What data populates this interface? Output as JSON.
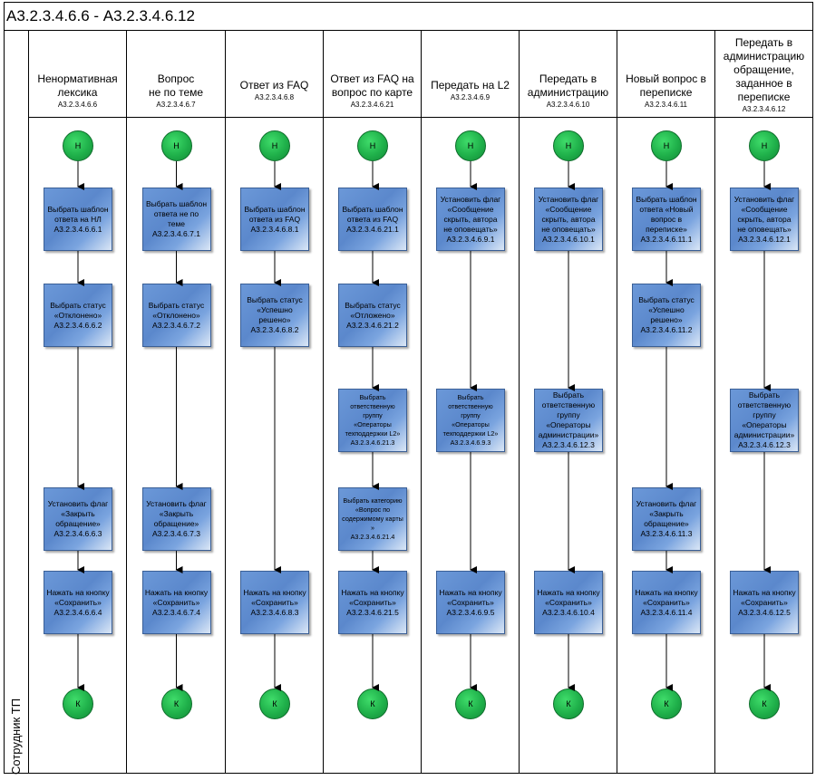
{
  "title": "А3.2.3.4.6.6 - А3.2.3.4.6.12",
  "lane_label": "Сотрудник ТП",
  "start_label": "Н",
  "end_label": "К",
  "colors": {
    "node_green": "#1fb04a",
    "task_blue": "#5b88cc",
    "line": "#000000"
  },
  "columns": [
    {
      "title": "Ненормативная\nлексика",
      "code": "А3.2.3.4.6.6",
      "tasks": [
        {
          "text": "Выбрать шаблон\nответа на НЛ\nА3.2.3.4.6.6.1",
          "row": 1
        },
        {
          "text": "Выбрать статус\n«Отклонено»\nА3.2.3.4.6.6.2",
          "row": 2
        },
        {
          "text": "Установить флаг\n«Закрыть\nобращение»\nА3.2.3.4.6.6.3",
          "row": 5
        },
        {
          "text": "Нажать на кнопку\n«Сохранить»\nА3.2.3.4.6.6.4",
          "row": 6
        }
      ]
    },
    {
      "title": "Вопрос\nне по теме",
      "code": "А3.2.3.4.6.7",
      "tasks": [
        {
          "text": "Выбрать шаблон\nответа не по\nтеме\nА3.2.3.4.6.7.1",
          "row": 1
        },
        {
          "text": "Выбрать статус\n«Отклонено»\nА3.2.3.4.6.7.2",
          "row": 2
        },
        {
          "text": "Установить флаг\n«Закрыть\nобращение»\nА3.2.3.4.6.7.3",
          "row": 5
        },
        {
          "text": "Нажать на кнопку\n«Сохранить»\nА3.2.3.4.6.7.4",
          "row": 6
        }
      ]
    },
    {
      "title": "Ответ из FAQ",
      "code": "А3.2.3.4.6.8",
      "tasks": [
        {
          "text": "Выбрать шаблон\nответа из FAQ\nА3.2.3.4.6.8.1",
          "row": 1
        },
        {
          "text": "Выбрать статус\n«Успешно\nрешено»\nА3.2.3.4.6.8.2",
          "row": 2
        },
        {
          "text": "Нажать на кнопку\n«Сохранить»\nА3.2.3.4.6.8.3",
          "row": 6
        }
      ]
    },
    {
      "title": "Ответ из FAQ на\nвопрос по карте",
      "code": "А3.2.3.4.6.21",
      "tasks": [
        {
          "text": "Выбрать шаблон\nответа из FAQ\nА3.2.3.4.6.21.1",
          "row": 1
        },
        {
          "text": "Выбрать статус\n«Отложено»\nА3.2.3.4.6.21.2",
          "row": 2
        },
        {
          "text": "Выбрать\nответственную группу\n«Операторы\nтехподдержки L2»\nА3.2.3.4.6.21.3",
          "row": 3,
          "small": true
        },
        {
          "text": "Выбрать категорию\n«Вопрос по\nсодержимому карты\n»\nА3.2.3.4.6.21.4",
          "row": 4,
          "small": true
        },
        {
          "text": "Нажать на кнопку\n«Сохранить»\nА3.2.3.4.6.21.5",
          "row": 6
        }
      ]
    },
    {
      "title": "Передать на L2",
      "code": "А3.2.3.4.6.9",
      "tasks": [
        {
          "text": "Установить флаг\n«Сообщение\nскрыть, автора\nне оповещать»\nА3.2.3.4.6.9.1",
          "row": 1
        },
        {
          "text": "Выбрать\nответственную группу\n«Операторы\nтехподдержки L2»\nА3.2.3.4.6.9.3",
          "row": 3,
          "small": true
        },
        {
          "text": "Нажать на кнопку\n«Сохранить»\nА3.2.3.4.6.9.5",
          "row": 6
        }
      ]
    },
    {
      "title": "Передать в\nадминистрацию",
      "code": "А3.2.3.4.6.10",
      "tasks": [
        {
          "text": "Установить флаг\n«Сообщение\nскрыть, автора\nне оповещать»\nА3.2.3.4.6.10.1",
          "row": 1
        },
        {
          "text": "Выбрать\nответственную\nгруппу\n«Операторы\nадминистрации»\nА3.2.3.4.6.12.3",
          "row": 3
        },
        {
          "text": "Нажать на кнопку\n«Сохранить»\nА3.2.3.4.6.10.4",
          "row": 6
        }
      ]
    },
    {
      "title": "Новый вопрос в\nпереписке",
      "code": "А3.2.3.4.6.11",
      "tasks": [
        {
          "text": "Выбрать шаблон\nответа «Новый\nвопрос в\nпереписке»\nА3.2.3.4.6.11.1",
          "row": 1
        },
        {
          "text": "Выбрать статус\n«Успешно\nрешено»\nА3.2.3.4.6.11.2",
          "row": 2
        },
        {
          "text": "Установить флаг\n«Закрыть\nобращение»\nА3.2.3.4.6.11.3",
          "row": 5
        },
        {
          "text": "Нажать на кнопку\n«Сохранить»\nА3.2.3.4.6.11.4",
          "row": 6
        }
      ]
    },
    {
      "title": "Передать в\nадминистрацию\nобращение,\nзаданное в\nпереписке",
      "code": "А3.2.3.4.6.12",
      "tasks": [
        {
          "text": "Установить флаг\n«Сообщение\nскрыть, автора\nне оповещать»\nА3.2.3.4.6.12.1",
          "row": 1
        },
        {
          "text": "Выбрать\nответственную\nгруппу\n«Операторы\nадминистрации»\nА3.2.3.4.6.12.3",
          "row": 3
        },
        {
          "text": "Нажать на кнопку\n«Сохранить»\nА3.2.3.4.6.12.5",
          "row": 6
        }
      ]
    }
  ]
}
